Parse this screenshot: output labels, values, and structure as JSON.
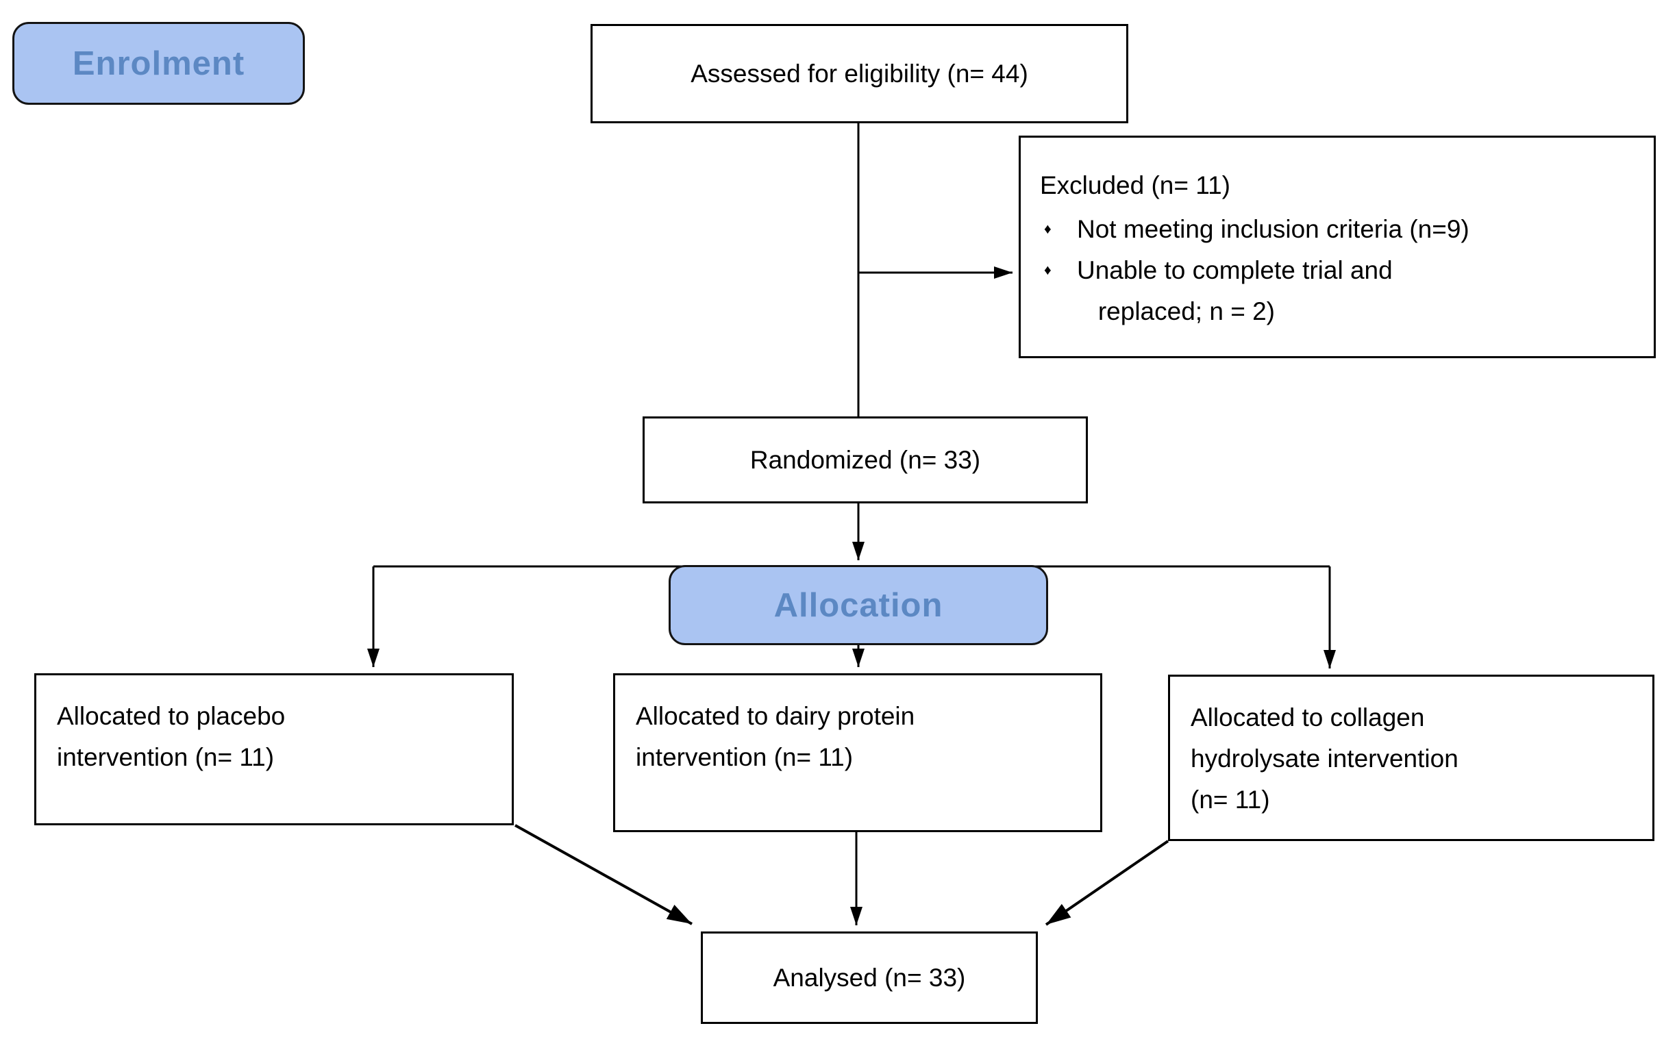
{
  "stages": {
    "enrolment": "Enrolment",
    "allocation": "Allocation"
  },
  "boxes": {
    "assessed": "Assessed for eligibility (n= 44)",
    "excluded": {
      "title": "Excluded (n= 11)",
      "bullet_icon": "diamond",
      "bullets": [
        "Not meeting inclusion criteria (n=9)",
        "Unable to complete trial and\n   replaced; n = 2)"
      ]
    },
    "randomized": "Randomized (n= 33)",
    "allocated_placebo": "Allocated to placebo\nintervention (n= 11)",
    "allocated_dairy": "Allocated to dairy protein\nintervention (n= 11)",
    "allocated_collagen": "Allocated to collagen\nhydrolysate intervention\n(n= 11)",
    "analysed": "Analysed (n= 33)"
  },
  "colors": {
    "stage_fill": "#aac4f2",
    "stage_text": "#5c88c3",
    "box_fill": "#ffffff",
    "line": "#000000"
  }
}
